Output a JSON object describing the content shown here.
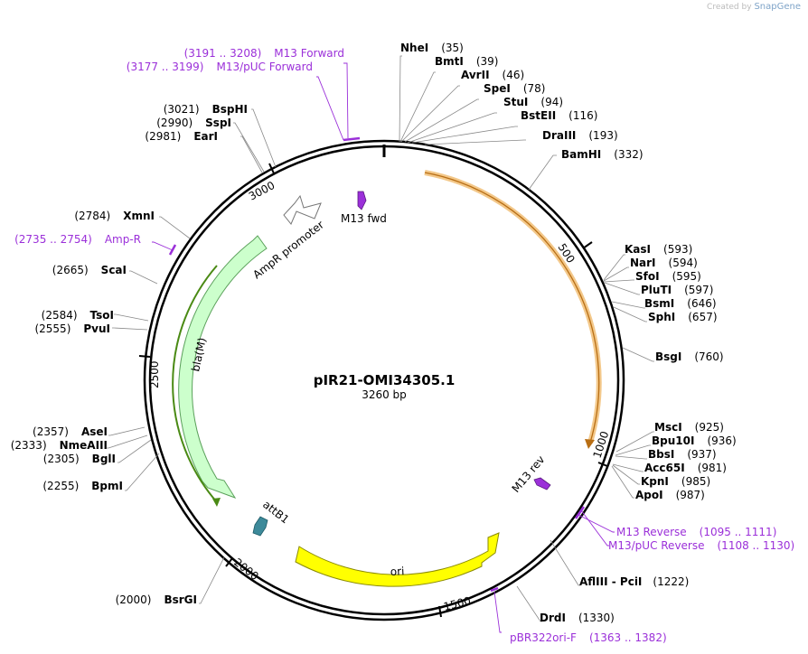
{
  "credit": {
    "prefix": "Created by",
    "brand": "SnapGene"
  },
  "plasmid": {
    "name": "pIR21-OMI34305.1",
    "size_label": "3260 bp",
    "length": 3260
  },
  "ticks": [
    "500",
    "1000",
    "1500",
    "2000",
    "2500",
    "3000"
  ],
  "sites": [
    {
      "name": "NheI",
      "pos": "(35)"
    },
    {
      "name": "BmtI",
      "pos": "(39)"
    },
    {
      "name": "AvrII",
      "pos": "(46)"
    },
    {
      "name": "SpeI",
      "pos": "(78)"
    },
    {
      "name": "StuI",
      "pos": "(94)"
    },
    {
      "name": "BstEII",
      "pos": "(116)"
    },
    {
      "name": "DraIII",
      "pos": "(193)"
    },
    {
      "name": "BamHI",
      "pos": "(332)"
    },
    {
      "name": "KasI",
      "pos": "(593)"
    },
    {
      "name": "NarI",
      "pos": "(594)"
    },
    {
      "name": "SfoI",
      "pos": "(595)"
    },
    {
      "name": "PluTI",
      "pos": "(597)"
    },
    {
      "name": "BsmI",
      "pos": "(646)"
    },
    {
      "name": "SphI",
      "pos": "(657)"
    },
    {
      "name": "BsgI",
      "pos": "(760)"
    },
    {
      "name": "MscI",
      "pos": "(925)"
    },
    {
      "name": "Bpu10I",
      "pos": "(936)"
    },
    {
      "name": "BbsI",
      "pos": "(937)"
    },
    {
      "name": "Acc65I",
      "pos": "(981)"
    },
    {
      "name": "KpnI",
      "pos": "(985)"
    },
    {
      "name": "ApoI",
      "pos": "(987)"
    },
    {
      "name": "AflIII",
      "extra": " - PciI",
      "pos": "(1222)"
    },
    {
      "name": "DrdI",
      "pos": "(1330)"
    },
    {
      "name": "BsrGI",
      "pos": "(2000)"
    },
    {
      "name": "BpmI",
      "pos": "(2255)"
    },
    {
      "name": "BglI",
      "pos": "(2305)"
    },
    {
      "name": "NmeAIII",
      "pos": "(2333)"
    },
    {
      "name": "AseI",
      "pos": "(2357)"
    },
    {
      "name": "PvuI",
      "pos": "(2555)"
    },
    {
      "name": "TsoI",
      "pos": "(2584)"
    },
    {
      "name": "ScaI",
      "pos": "(2665)"
    },
    {
      "name": "XmnI",
      "pos": "(2784)"
    },
    {
      "name": "EarI",
      "pos": "(2981)"
    },
    {
      "name": "SspI",
      "pos": "(2990)"
    },
    {
      "name": "BspHI",
      "pos": "(3021)"
    }
  ],
  "primers": [
    {
      "name": "M13 Forward",
      "range": "(3191 .. 3208)"
    },
    {
      "name": "M13/pUC Forward",
      "range": "(3177 .. 3199)"
    },
    {
      "name": "Amp-R",
      "range": "(2735 .. 2754)"
    },
    {
      "name": "M13 Reverse",
      "range": "(1095 .. 1111)"
    },
    {
      "name": "M13/pUC Reverse",
      "range": "(1108 .. 1130)"
    },
    {
      "name": "pBR322ori-F",
      "range": "(1363 .. 1382)"
    }
  ],
  "features": [
    {
      "name": "M13 fwd",
      "color": "#9b30d9"
    },
    {
      "name": "AmpR promoter",
      "color": "#ffffff"
    },
    {
      "name": "bla(M)",
      "color": "#ccffcc"
    },
    {
      "name": "attB1",
      "color": "#3d8a9a"
    },
    {
      "name": "ori",
      "color": "#ffff00"
    },
    {
      "name": "M13 rev",
      "color": "#9b30d9"
    }
  ],
  "colors": {
    "primer": "#9b30d9",
    "orf": "#f3c88a",
    "orf_line": "#b86e14",
    "bla_line": "#4a8a14"
  }
}
